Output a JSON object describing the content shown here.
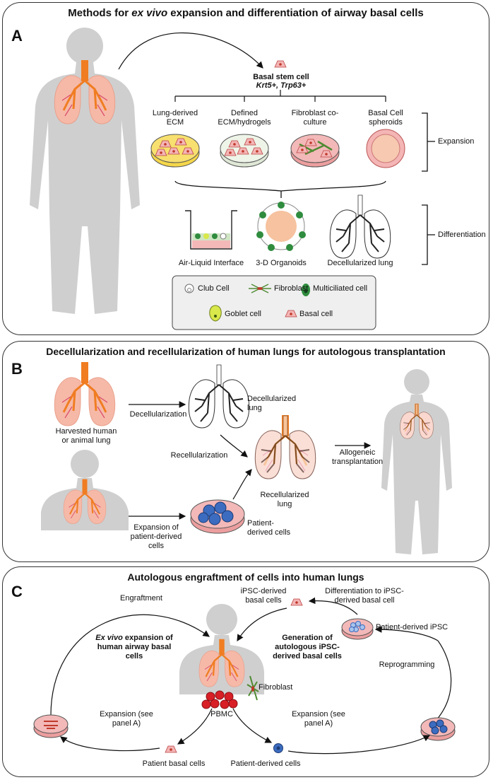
{
  "panel_a": {
    "label": "A",
    "title_pre": "Methods for ",
    "title_em": "ex vivo",
    "title_post": " expansion and differentiation of airway basal cells",
    "stem_cell_title": "Basal stem cell",
    "stem_cell_markers": "Krt5+, Trp63+",
    "methods": [
      "Lung-derived ECM",
      "Defined ECM/hydrogels",
      "Fibroblast co-culture",
      "Basal Cell spheroids"
    ],
    "expansion_label": "Expansion",
    "differentiation_label": "Differentiation",
    "outputs": [
      "Air-Liquid Interface",
      "3-D Organoids",
      "Decellularized lung"
    ],
    "legend": {
      "club": "Club Cell",
      "fibroblast": "Fibroblast",
      "multiciliated": "Multiciliated cell",
      "goblet": "Goblet cell",
      "basal": "Basal cell"
    }
  },
  "panel_b": {
    "label": "B",
    "title": "Decellularization and recellularization of human lungs for autologous transplantation",
    "decellularization": "Decellularization",
    "harvested": "Harvested human or animal lung",
    "decellularized_lung": "Decellularized lung",
    "recellularization": "Recellularization",
    "recellularized_lung": "Recellularized lung",
    "allogeneic": "Allogeneic transplantation",
    "expansion_patient": "Expansion of patient-derived cells",
    "patient_cells": "Patient-derived cells"
  },
  "panel_c": {
    "label": "C",
    "title": "Autologous engraftment of cells into human lungs",
    "engraftment": "Engraftment",
    "ipsc_basal": "iPSC-derived basal cells",
    "differentiation": "Differentiation to iPSC-derived basal cell",
    "patient_ipsc": "Patient-derived iPSC",
    "exvivo_em": "Ex vivo",
    "exvivo_rest": " expansion of human airway basal cells",
    "generation": "Generation of autologous iPSC-derived basal cells",
    "reprogramming": "Reprogramming",
    "fibroblast": "Fibroblast",
    "pbmc": "PBMC",
    "expansion_left": "Expansion (see panel A)",
    "expansion_right": "Expansion (see panel A)",
    "patient_basal": "Patient basal cells",
    "patient_derived": "Patient-derived cells"
  },
  "colors": {
    "body": "#cfcfcf",
    "lung": "#f6b9a8",
    "trachea": "#f07d22",
    "ecm_yellow": "#f4d64a",
    "dish_green": "#e6efdf",
    "dish_pink": "#f3b8b8",
    "organoid": "#f6c29f",
    "legend_bg": "#efefef",
    "ipsc_blue": "#3c6cc0"
  }
}
